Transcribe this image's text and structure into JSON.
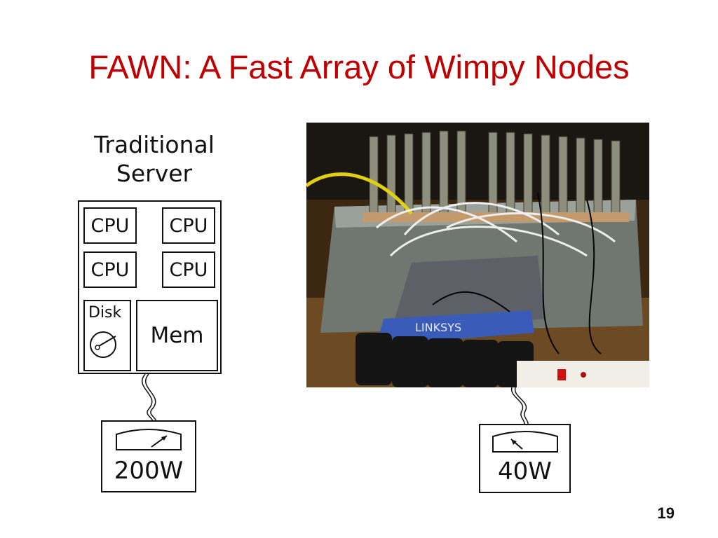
{
  "slide": {
    "title": "FAWN: A Fast Array of Wimpy Nodes",
    "page_number": "19"
  },
  "traditional_server": {
    "caption_line1": "Traditional",
    "caption_line2": "Server",
    "cpus": [
      "CPU",
      "CPU",
      "CPU",
      "CPU"
    ],
    "disk_label": "Disk",
    "mem_label": "Mem",
    "power_label": "200W"
  },
  "fawn_cluster": {
    "power_label": "40W",
    "photo_brand_text": "LINKSYS"
  },
  "colors": {
    "title": "#c00000",
    "line": "#111111"
  }
}
